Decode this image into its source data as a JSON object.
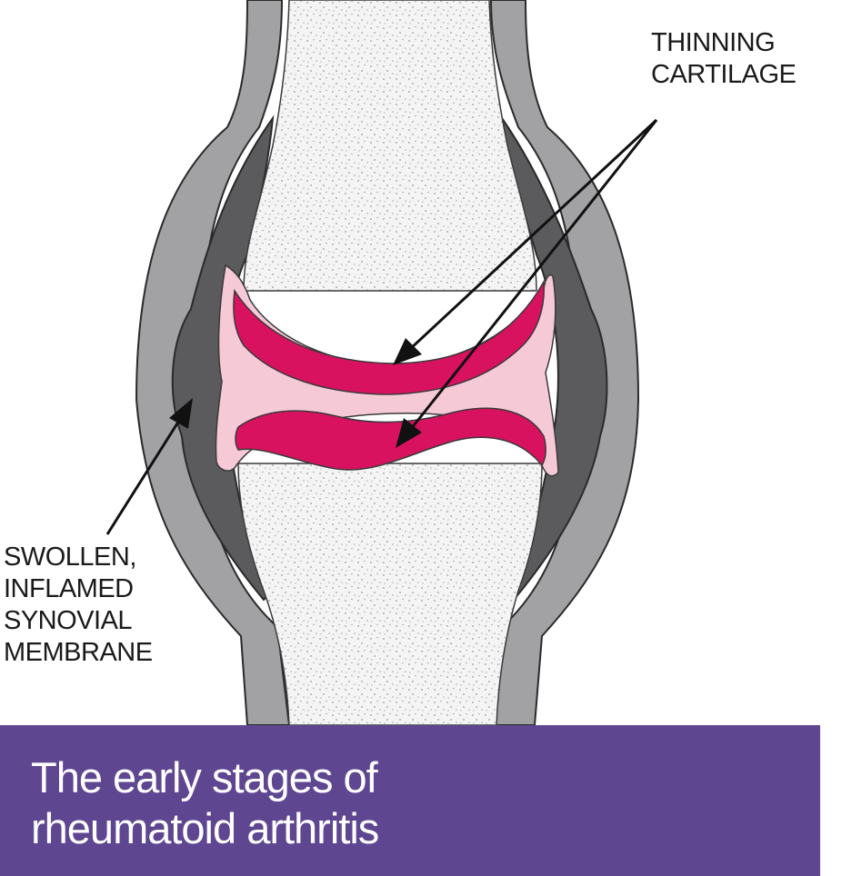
{
  "labels": {
    "thinning_cartilage": [
      "THINNING",
      "CARTILAGE"
    ],
    "synovial_membrane": [
      "SWOLLEN,",
      "INFLAMED",
      "SYNOVIAL",
      "MEMBRANE"
    ]
  },
  "caption": {
    "line1": "The early stages of",
    "line2": "rheumatoid arthritis"
  },
  "colors": {
    "banner": "#5e4691",
    "capsule_outer": "#a2a2a4",
    "synovium": "#5b5b5d",
    "bone": "#f3f3f3",
    "joint_space": "#f6c9d7",
    "cartilage": "#d8125f"
  }
}
